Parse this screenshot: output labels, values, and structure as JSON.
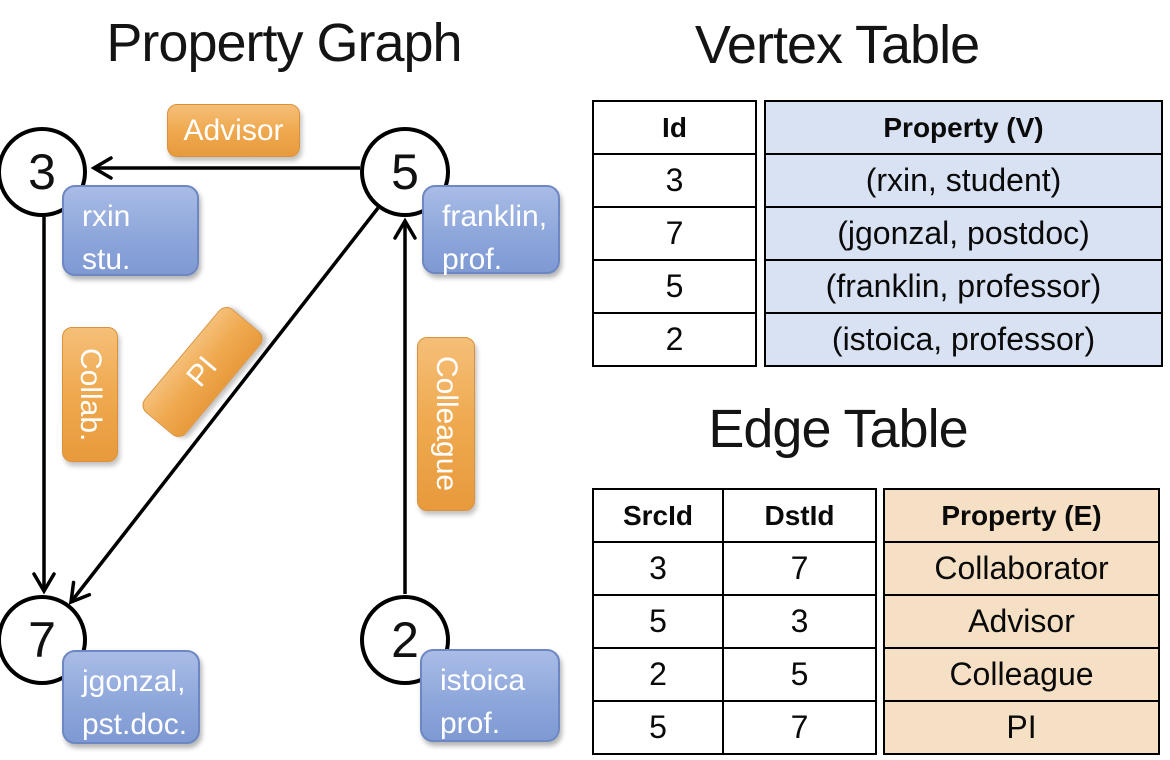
{
  "graph": {
    "title": "Property Graph",
    "nodes": [
      {
        "id": "3",
        "line1": "rxin",
        "line2": "stu."
      },
      {
        "id": "5",
        "line1": "franklin,",
        "line2": "prof."
      },
      {
        "id": "7",
        "line1": "jgonzal,",
        "line2": "pst.doc."
      },
      {
        "id": "2",
        "line1": "istoica",
        "line2": "prof."
      }
    ],
    "edge_labels": {
      "advisor": "Advisor",
      "collab": "Collab.",
      "pi": "PI",
      "colleague": "Colleague"
    }
  },
  "vertex_table": {
    "title": "Vertex Table",
    "columns": {
      "id": "Id",
      "property": "Property (V)"
    },
    "rows": [
      {
        "id": "3",
        "property": "(rxin, student)"
      },
      {
        "id": "7",
        "property": "(jgonzal, postdoc)"
      },
      {
        "id": "5",
        "property": "(franklin, professor)"
      },
      {
        "id": "2",
        "property": "(istoica, professor)"
      }
    ]
  },
  "edge_table": {
    "title": "Edge Table",
    "columns": {
      "src": "SrcId",
      "dst": "DstId",
      "property": "Property (E)"
    },
    "rows": [
      {
        "src": "3",
        "dst": "7",
        "property": "Collaborator"
      },
      {
        "src": "5",
        "dst": "3",
        "property": "Advisor"
      },
      {
        "src": "2",
        "dst": "5",
        "property": "Colleague"
      },
      {
        "src": "5",
        "dst": "7",
        "property": "PI"
      }
    ]
  },
  "colors": {
    "edge_label_orange": "#efa94f",
    "vertex_label_blue": "#8ca5da",
    "vertex_property_bg": "#d9e2f3",
    "edge_property_bg": "#f5dfc5",
    "line_black": "#000000"
  }
}
